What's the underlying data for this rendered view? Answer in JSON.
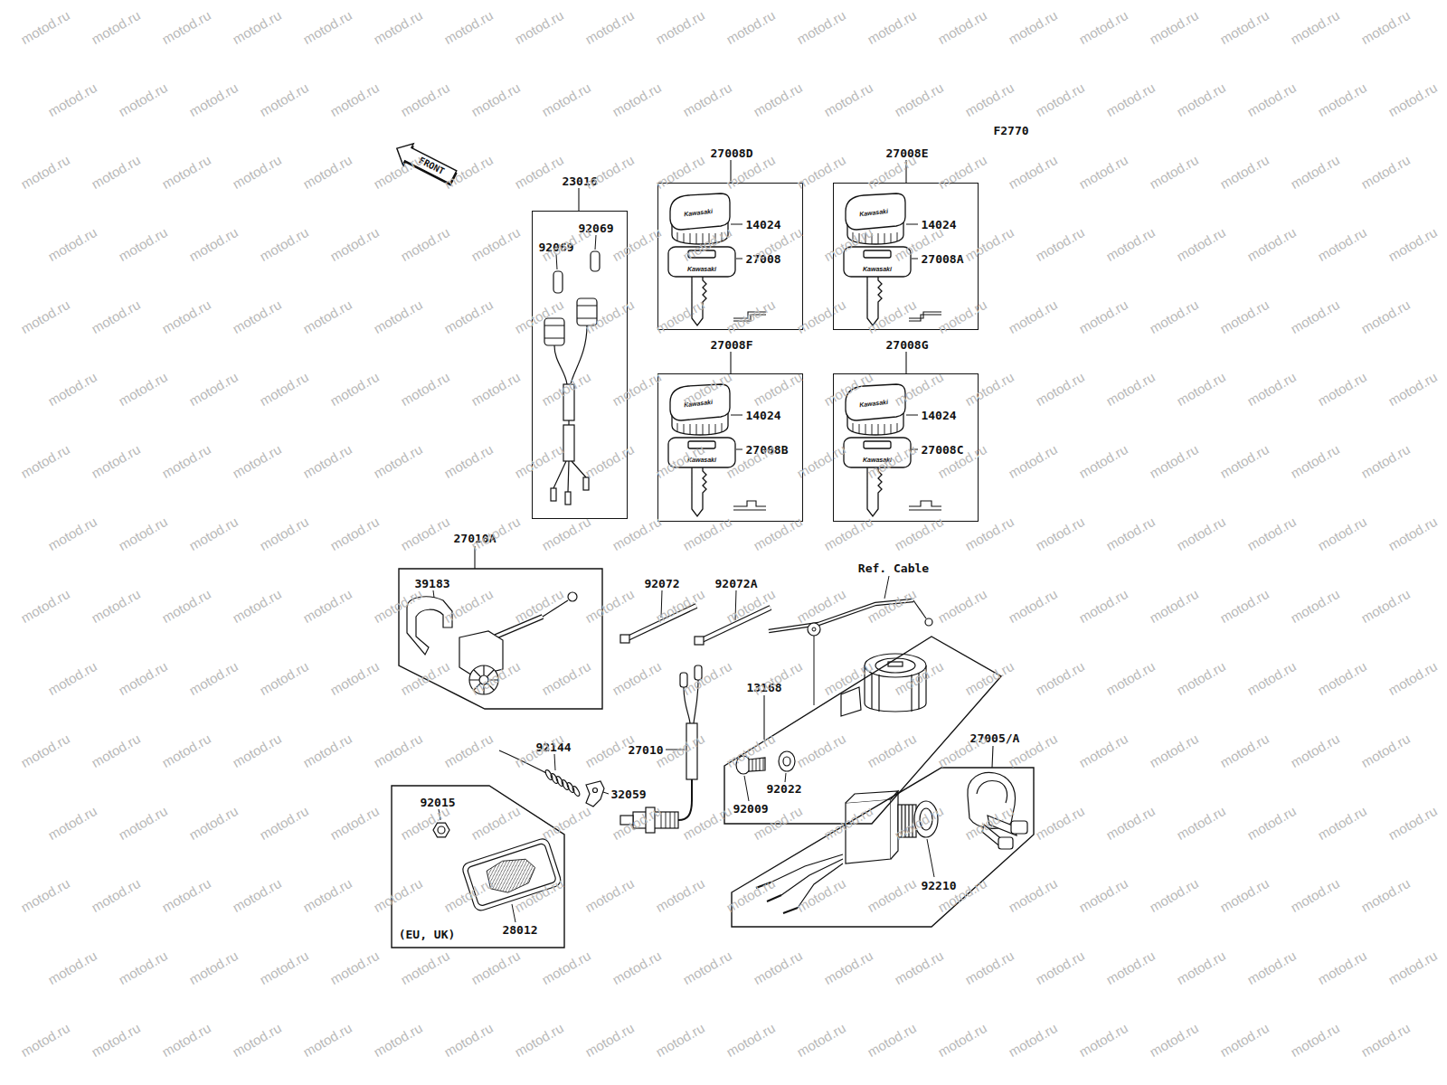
{
  "diagram": {
    "nodes": [
      {
        "text": [
          "FRONT"
        ]
      },
      {
        "text": [
          "23016"
        ]
      },
      {
        "text": [
          "27008D"
        ]
      },
      {
        "text": [
          "27008E"
        ]
      },
      {
        "text": [
          "27008F"
        ]
      },
      {
        "text": [
          "27008G"
        ]
      },
      {
        "text": [
          "27010A"
        ]
      },
      {
        "text": [
          "13168"
        ]
      },
      {
        "text": [
          "27005/A"
        ]
      },
      {
        "text": [
          "(EU, UK)"
        ]
      }
    ],
    "labels": [
      "F2770",
      "92069",
      "92069",
      "14024",
      "27008",
      "14024",
      "27008A",
      "14024",
      "27008B",
      "14024",
      "27008C",
      "Kawasaki",
      "Kawasaki",
      "Kawasaki",
      "Kawasaki",
      "Kawasaki",
      "Kawasaki",
      "Kawasaki",
      "Kawasaki",
      "39183",
      "92072",
      "92072A",
      "Ref. Cable",
      "92144",
      "27010",
      "32059",
      "92022",
      "92009",
      "92015",
      "92210",
      "28012",
      "motod.ru",
      "motod.ru",
      "motod.ru",
      "motod.ru",
      "motod.ru",
      "motod.ru",
      "motod.ru",
      "motod.ru",
      "motod.ru",
      "motod.ru",
      "motod.ru",
      "motod.ru",
      "motod.ru",
      "motod.ru",
      "motod.ru",
      "motod.ru",
      "motod.ru",
      "motod.ru",
      "motod.ru",
      "motod.ru",
      "motod.ru",
      "motod.ru",
      "motod.ru",
      "motod.ru",
      "motod.ru",
      "motod.ru",
      "motod.ru",
      "motod.ru",
      "motod.ru",
      "motod.ru",
      "motod.ru",
      "motod.ru",
      "motod.ru",
      "motod.ru",
      "motod.ru",
      "motod.ru",
      "motod.ru",
      "motod.ru",
      "motod.ru",
      "motod.ru",
      "motod.ru",
      "motod.ru",
      "motod.ru",
      "motod.ru",
      "motod.ru",
      "motod.ru",
      "motod.ru",
      "motod.ru",
      "motod.ru",
      "motod.ru",
      "motod.ru",
      "motod.ru",
      "motod.ru",
      "motod.ru",
      "motod.ru",
      "motod.ru",
      "motod.ru",
      "motod.ru",
      "motod.ru",
      "motod.ru",
      "motod.ru",
      "motod.ru",
      "motod.ru",
      "motod.ru",
      "motod.ru",
      "motod.ru",
      "motod.ru",
      "motod.ru",
      "motod.ru",
      "motod.ru",
      "motod.ru",
      "motod.ru",
      "motod.ru",
      "motod.ru",
      "motod.ru",
      "motod.ru",
      "motod.ru",
      "motod.ru",
      "motod.ru",
      "motod.ru",
      "motod.ru",
      "motod.ru",
      "motod.ru",
      "motod.ru",
      "motod.ru",
      "motod.ru",
      "motod.ru",
      "motod.ru",
      "motod.ru",
      "motod.ru",
      "motod.ru",
      "motod.ru",
      "motod.ru",
      "motod.ru",
      "motod.ru",
      "motod.ru",
      "motod.ru",
      "motod.ru",
      "motod.ru",
      "motod.ru",
      "motod.ru",
      "motod.ru",
      "motod.ru",
      "motod.ru",
      "motod.ru",
      "motod.ru",
      "motod.ru",
      "motod.ru",
      "motod.ru",
      "motod.ru",
      "motod.ru",
      "motod.ru",
      "motod.ru",
      "motod.ru",
      "motod.ru",
      "motod.ru",
      "motod.ru",
      "motod.ru",
      "motod.ru",
      "motod.ru",
      "motod.ru",
      "motod.ru",
      "motod.ru",
      "motod.ru",
      "motod.ru",
      "motod.ru",
      "motod.ru",
      "motod.ru",
      "motod.ru",
      "motod.ru",
      "motod.ru",
      "motod.ru",
      "motod.ru",
      "motod.ru",
      "motod.ru",
      "motod.ru",
      "motod.ru",
      "motod.ru",
      "motod.ru",
      "motod.ru",
      "motod.ru",
      "motod.ru",
      "motod.ru",
      "motod.ru",
      "motod.ru",
      "motod.ru",
      "motod.ru",
      "motod.ru",
      "motod.ru",
      "motod.ru",
      "motod.ru",
      "motod.ru",
      "motod.ru",
      "motod.ru",
      "motod.ru",
      "motod.ru",
      "motod.ru",
      "motod.ru",
      "motod.ru",
      "motod.ru",
      "motod.ru",
      "motod.ru",
      "motod.ru",
      "motod.ru",
      "motod.ru",
      "motod.ru",
      "motod.ru",
      "motod.ru",
      "motod.ru",
      "motod.ru",
      "motod.ru",
      "motod.ru",
      "motod.ru",
      "motod.ru",
      "motod.ru",
      "motod.ru",
      "motod.ru",
      "motod.ru",
      "motod.ru",
      "motod.ru",
      "motod.ru",
      "motod.ru",
      "motod.ru",
      "motod.ru",
      "motod.ru",
      "motod.ru",
      "motod.ru",
      "motod.ru",
      "motod.ru",
      "motod.ru",
      "motod.ru",
      "motod.ru",
      "motod.ru",
      "motod.ru",
      "motod.ru",
      "motod.ru",
      "motod.ru",
      "motod.ru",
      "motod.ru",
      "motod.ru",
      "motod.ru",
      "motod.ru",
      "motod.ru",
      "motod.ru",
      "motod.ru",
      "motod.ru",
      "motod.ru",
      "motod.ru",
      "motod.ru",
      "motod.ru",
      "motod.ru",
      "motod.ru",
      "motod.ru",
      "motod.ru",
      "motod.ru",
      "motod.ru",
      "motod.ru",
      "motod.ru",
      "motod.ru",
      "motod.ru",
      "motod.ru",
      "motod.ru",
      "motod.ru",
      "motod.ru",
      "motod.ru",
      "motod.ru",
      "motod.ru",
      "motod.ru",
      "motod.ru",
      "motod.ru",
      "motod.ru",
      "motod.ru",
      "motod.ru",
      "motod.ru",
      "motod.ru",
      "motod.ru",
      "motod.ru",
      "motod.ru",
      "motod.ru",
      "motod.ru",
      "motod.ru",
      "motod.ru",
      "motod.ru",
      "motod.ru",
      "motod.ru",
      "motod.ru",
      "motod.ru",
      "motod.ru",
      "motod.ru",
      "motod.ru",
      "motod.ru",
      "motod.ru",
      "motod.ru",
      "motod.ru",
      "motod.ru",
      "motod.ru",
      "motod.ru",
      "motod.ru",
      "motod.ru",
      "motod.ru",
      "motod.ru",
      "motod.ru",
      "motod.ru",
      "motod.ru",
      "motod.ru",
      "motod.ru",
      "motod.ru",
      "motod.ru",
      "motod.ru",
      "motod.ru",
      "motod.ru",
      "motod.ru",
      "motod.ru",
      "motod.ru",
      "motod.ru",
      "motod.ru",
      "motod.ru",
      "motod.ru",
      "motod.ru",
      "motod.ru",
      "motod.ru",
      "motod.ru",
      "motod.ru",
      "motod.ru",
      "motod.ru",
      "motod.ru",
      "motod.ru",
      "motod.ru",
      "motod.ru",
      "motod.ru",
      "motod.ru",
      "motod.ru",
      "motod.ru",
      "motod.ru",
      "motod.ru",
      "motod.ru",
      "motod.ru",
      "motod.ru",
      "motod.ru",
      "motod.ru"
    ]
  }
}
